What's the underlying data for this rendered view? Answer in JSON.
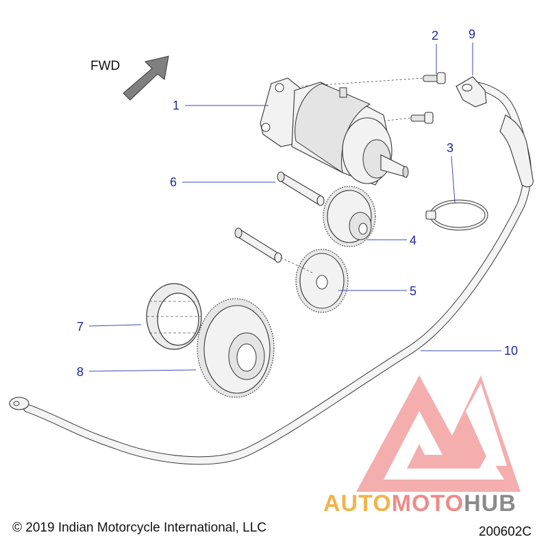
{
  "direction_label": "FWD",
  "callouts": [
    "1",
    "2",
    "3",
    "4",
    "5",
    "6",
    "7",
    "8",
    "9",
    "10"
  ],
  "copyright": "© 2019 Indian Motorcycle International, LLC",
  "diagram_code": "200602C",
  "watermark": {
    "part1": "AUTO",
    "part2": "MOTO",
    "part3": "HUB",
    "color_auto": "#f0b44a",
    "color_moto": "#f08a8a",
    "color_hub": "#8a8a8a"
  },
  "colors": {
    "callout": "#1a2a9c",
    "logo": "#f08a8a"
  }
}
